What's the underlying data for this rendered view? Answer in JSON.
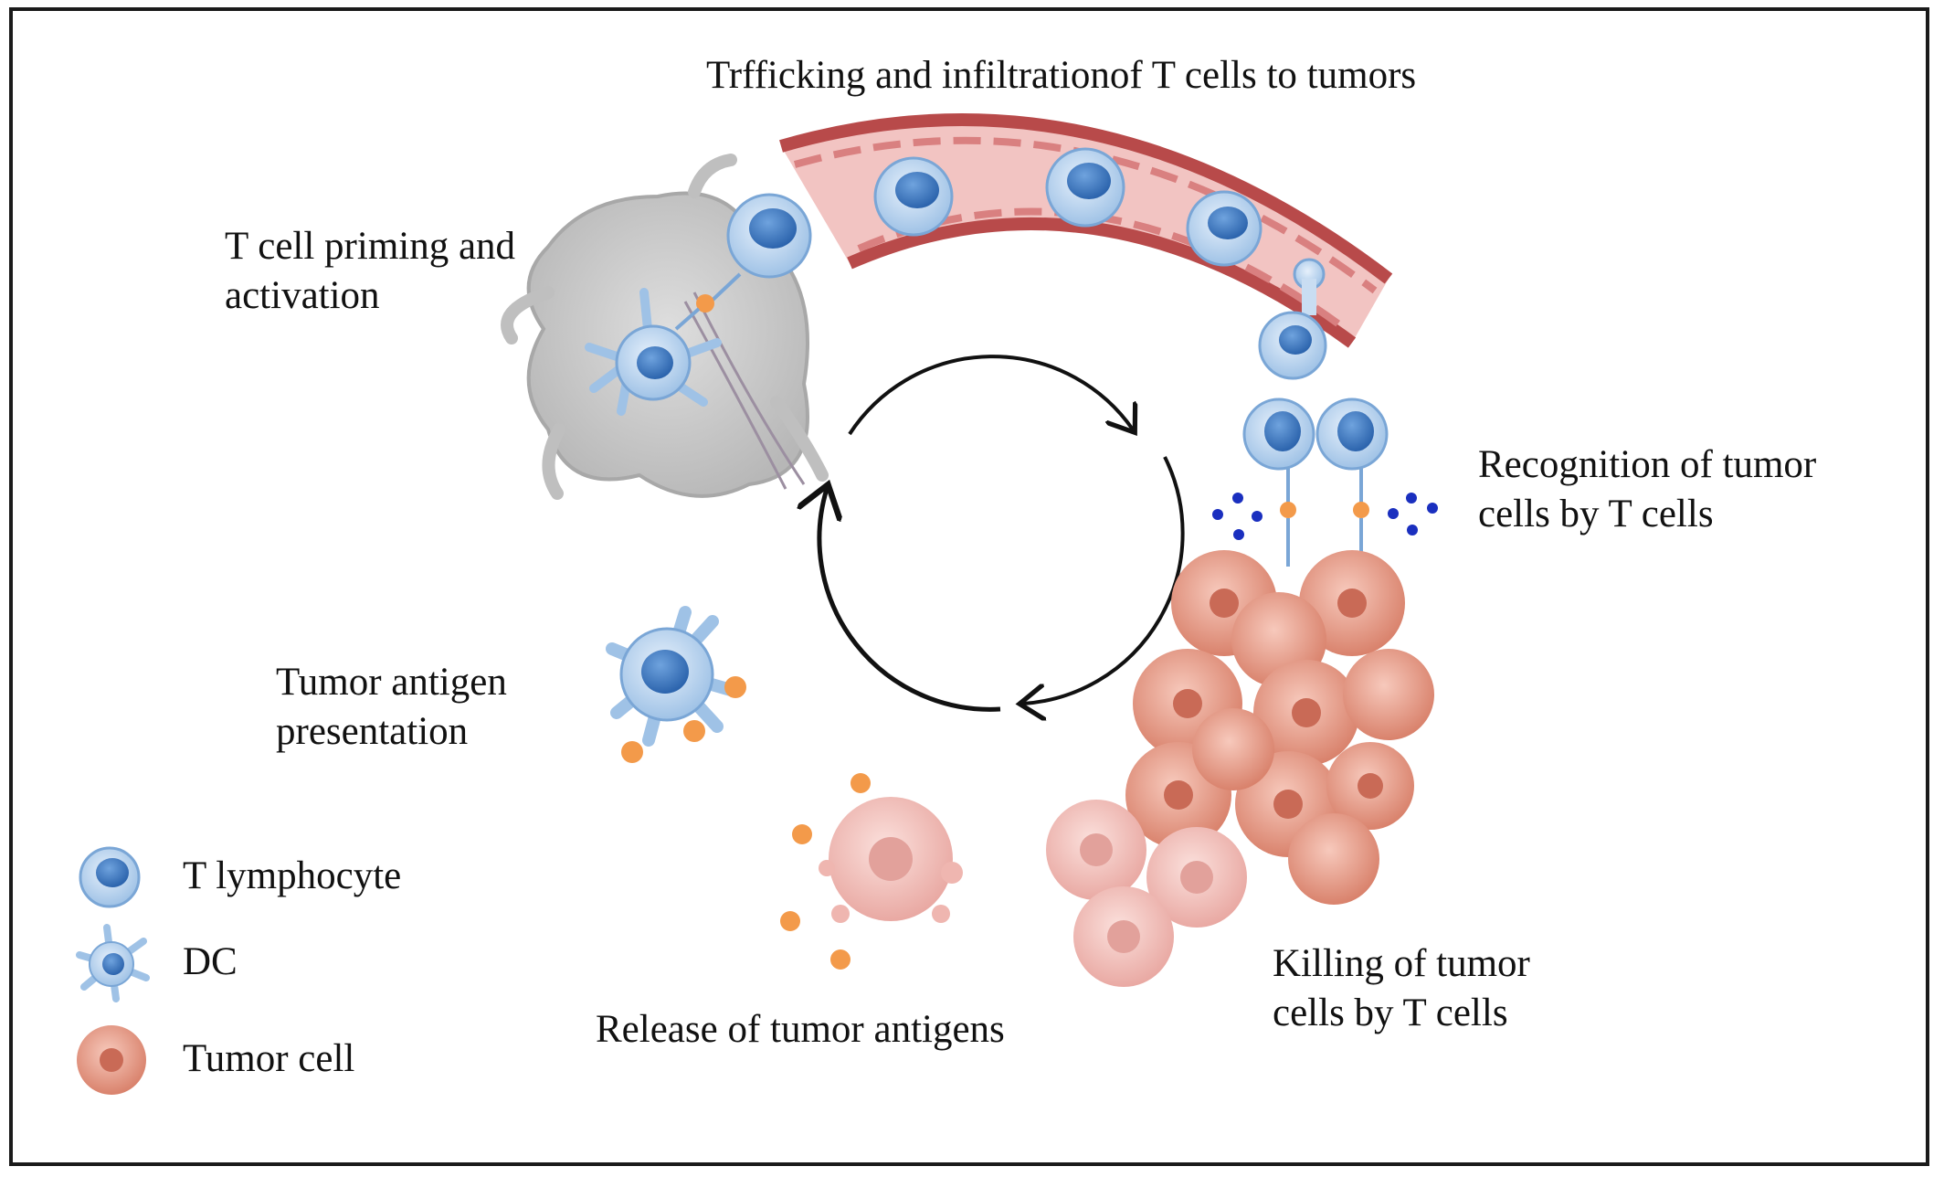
{
  "steps": {
    "trafficking": "Trfficking and  infiltrationof T cells to tumors",
    "priming": [
      "T cell priming and",
      "activation"
    ],
    "recognition": [
      "Recognition of tumor",
      "cells by T cells"
    ],
    "presentation": [
      "Tumor antigen",
      "presentation"
    ],
    "killing": [
      "Killing of tumor",
      "cells by T cells"
    ],
    "release": "Release of tumor antigens"
  },
  "legend": {
    "t_lymphocyte": "T  lymphocyte",
    "dc": "DC",
    "tumor_cell": "Tumor cell"
  },
  "colors": {
    "vessel_wall": "#b84a4a",
    "vessel_inner": "#f2c4c2",
    "t_cell_body": "#c9ddf2",
    "t_cell_nucleus": "#3f7fc7",
    "tumor_cell": "#eaa494",
    "antigen_dot": "#f39a4a",
    "cytokine_dot": "#1a2fbf",
    "lymph_node": "#cfcfcf"
  },
  "icons": [
    "t-lymphocyte-icon",
    "dendritic-cell-icon",
    "tumor-cell-icon",
    "lymph-node-icon",
    "blood-vessel-icon",
    "cycle-arrow-icon"
  ]
}
